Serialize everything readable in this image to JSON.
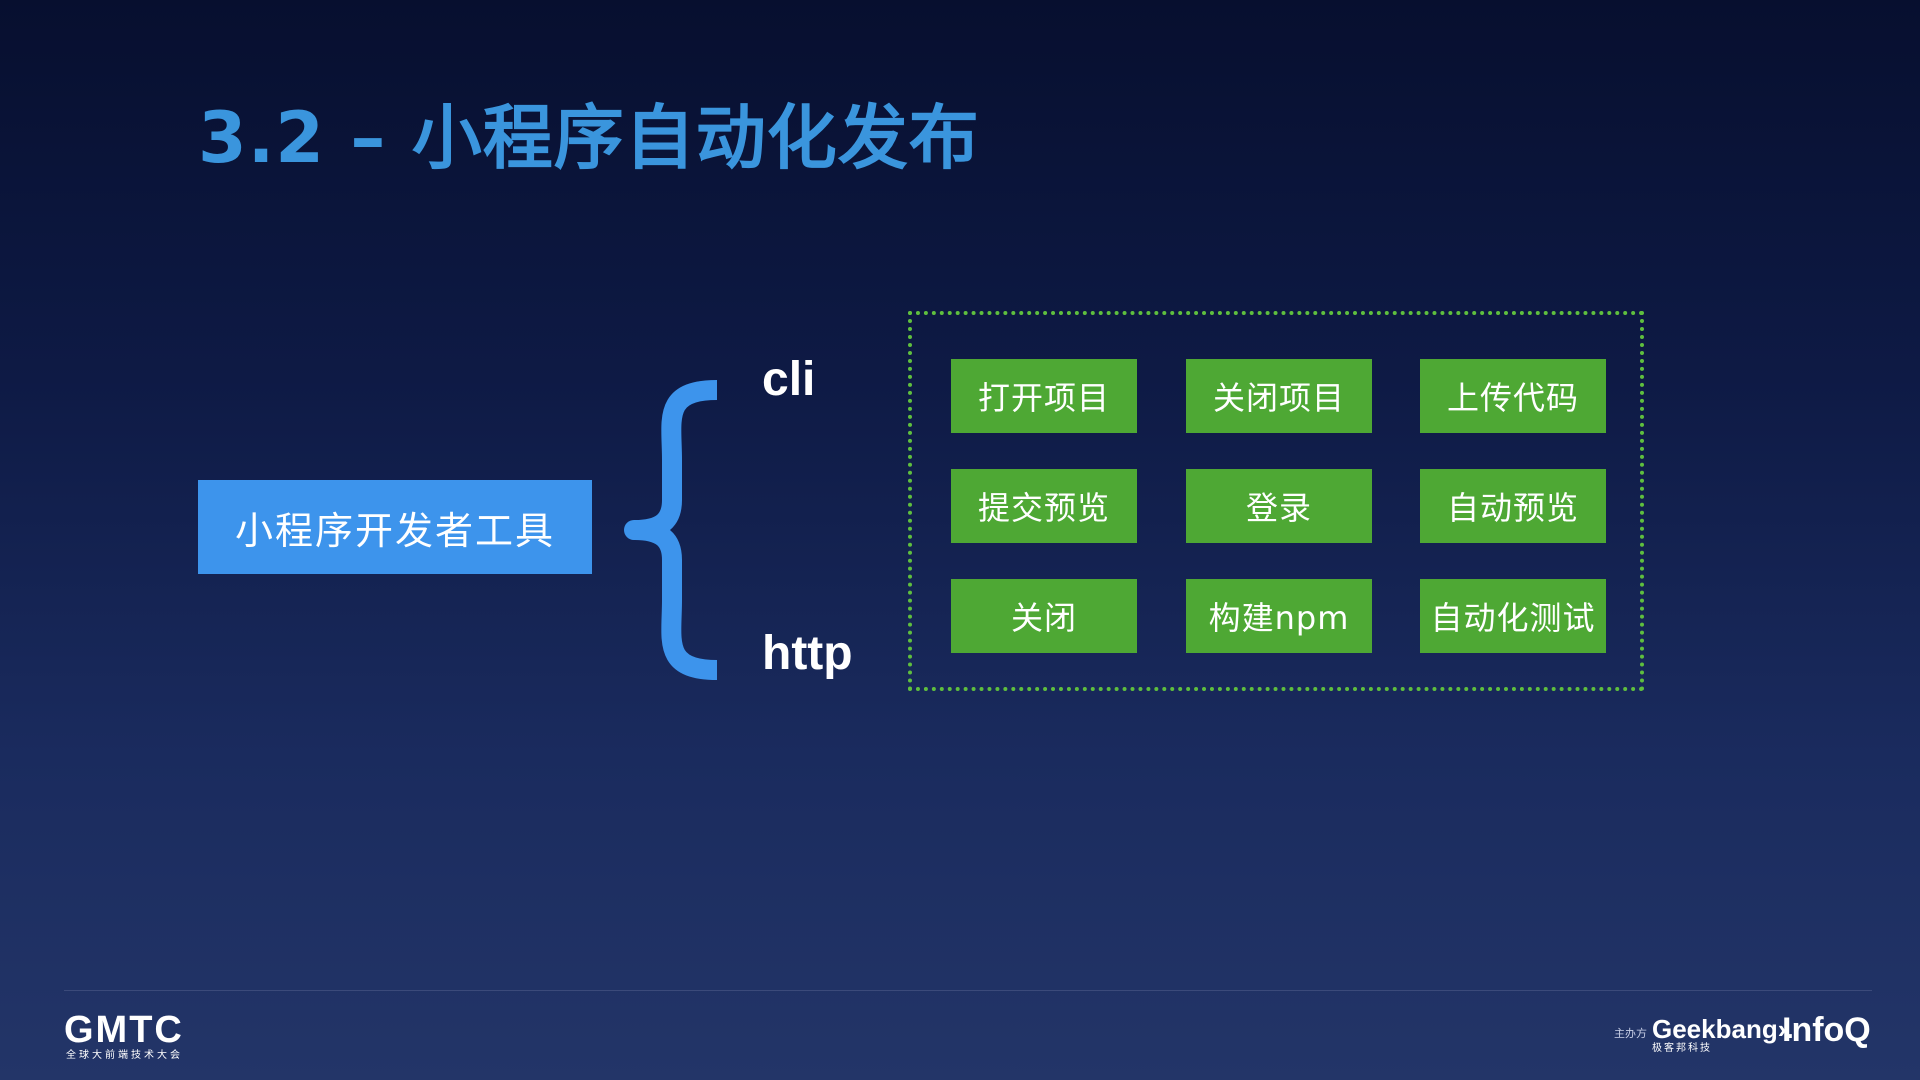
{
  "slide": {
    "title": "3.2 – 小程序自动化发布"
  },
  "source_box": {
    "label": "小程序开发者工具"
  },
  "channels": {
    "cli": "cli",
    "http": "http"
  },
  "operations": [
    "打开项目",
    "关闭项目",
    "上传代码",
    "提交预览",
    "登录",
    "自动预览",
    "关闭",
    "构建npm",
    "自动化测试"
  ],
  "footer": {
    "gmtc_logo": "GMTC",
    "gmtc_subtitle": "全球大前端技术大会",
    "sponsor_label": "主办方",
    "geekbang_logo": "Geekbang›.",
    "geekbang_subtitle": "极客邦科技",
    "infoq_logo": "InfoQ"
  },
  "colors": {
    "title": "#3a95dd",
    "source_box": "#3d94ec",
    "brace": "#3d94ec",
    "operation_button": "#4ea834",
    "container_border": "#5fbf3e"
  }
}
